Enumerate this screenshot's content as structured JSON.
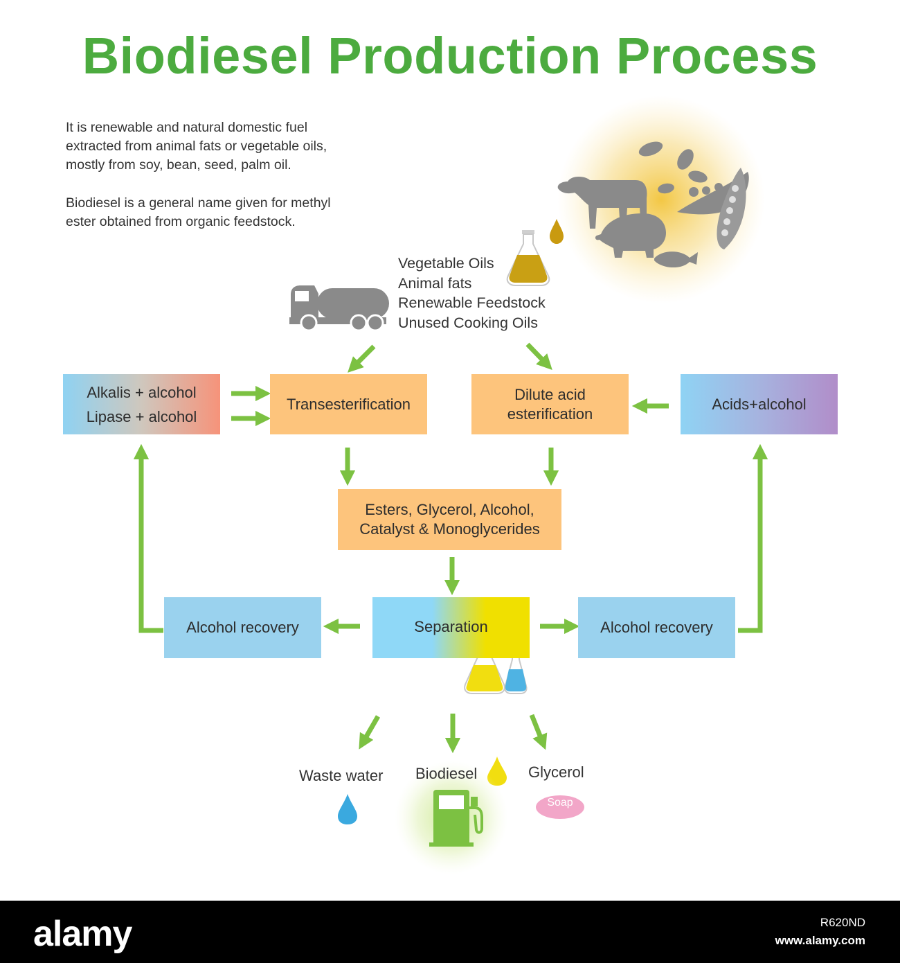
{
  "title": "Biodiesel Production Process",
  "intro": {
    "para1": [
      "It is renewable and natural domestic fuel",
      "extracted from animal fats or vegetable oils,",
      "mostly from soy, bean, seed, palm oil."
    ],
    "para2": [
      "Biodiesel is a general name given for methyl",
      "ester obtained from organic feedstock."
    ]
  },
  "feedstock": [
    "Vegetable Oils",
    "Animal fats",
    "Renewable Feedstock",
    "Unused Cooking Oils"
  ],
  "nodes": {
    "alkalis_line1": "Alkalis + alcohol",
    "alkalis_line2": "Lipase + alcohol",
    "transesterification": "Transesterification",
    "dilute_line1": "Dilute acid",
    "dilute_line2": "esterification",
    "acids": "Acids+alcohol",
    "esters_line1": "Esters, Glycerol, Alcohol,",
    "esters_line2": "Catalyst & Monoglycerides",
    "separation": "Separation",
    "recovery_left": "Alcohol recovery",
    "recovery_right": "Alcohol recovery"
  },
  "products": {
    "waste_water": "Waste water",
    "biodiesel": "Biodiesel",
    "glycerol": "Glycerol",
    "soap": "Soap"
  },
  "colors": {
    "title_green": "#4cab3f",
    "arrow_green": "#7cc142",
    "orange_box": "#fdc47c",
    "blue_box": "#9ad2ee",
    "icon_gray": "#8a8a8a"
  },
  "watermark": {
    "logo": "alamy",
    "image_id": "R620ND",
    "url": "www.alamy.com"
  }
}
